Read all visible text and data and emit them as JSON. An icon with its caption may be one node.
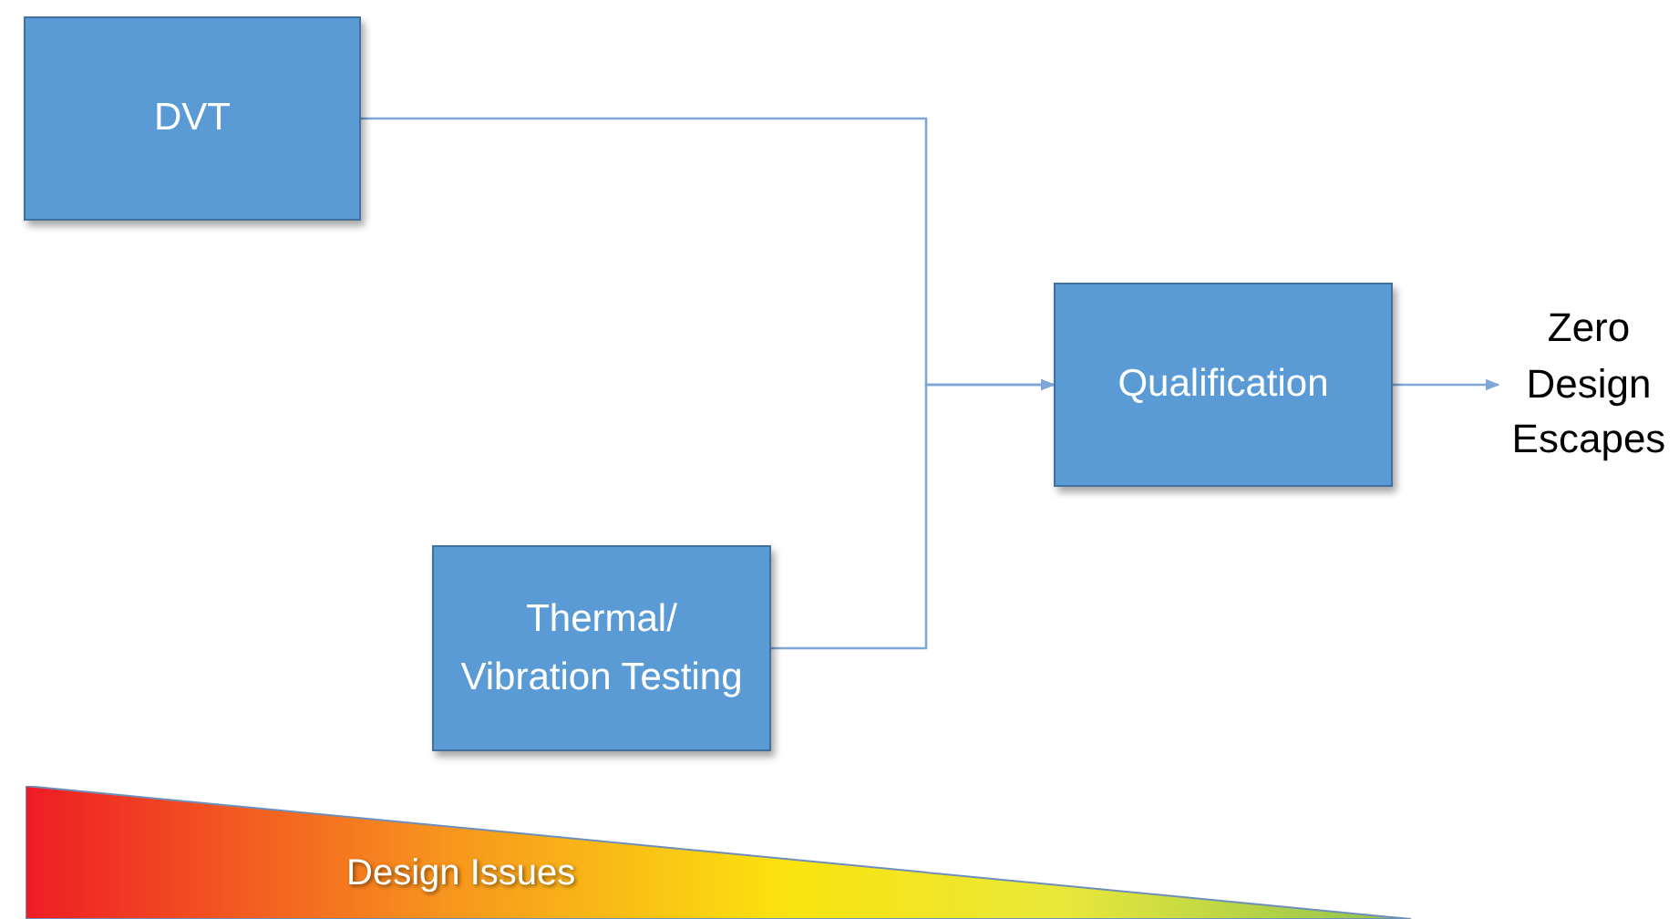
{
  "diagram": {
    "nodes": [
      {
        "text": [
          "DVT"
        ]
      },
      {
        "text": [
          "Thermal/ Vibration Testing"
        ]
      },
      {
        "text": [
          "Qualification"
        ]
      },
      {
        "text": [
          "Zero Design Escapes"
        ]
      },
      {
        "text": [
          "Design Issues"
        ]
      }
    ],
    "edges": [
      {
        "from": 0,
        "to": 2,
        "arrow": "to"
      },
      {
        "from": 1,
        "to": 2,
        "arrow": "to"
      },
      {
        "from": 2,
        "to": 3,
        "arrow": "to"
      }
    ]
  }
}
